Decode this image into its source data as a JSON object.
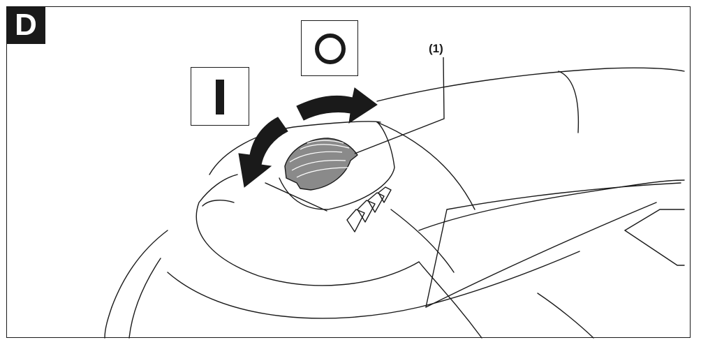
{
  "figure": {
    "badge_letter": "D",
    "callout_label": "(1)",
    "symbols": {
      "on": "I",
      "off": "O"
    },
    "colors": {
      "ink": "#1a1a1a",
      "switch_fill": "#8a8a8a",
      "background": "#ffffff"
    }
  }
}
